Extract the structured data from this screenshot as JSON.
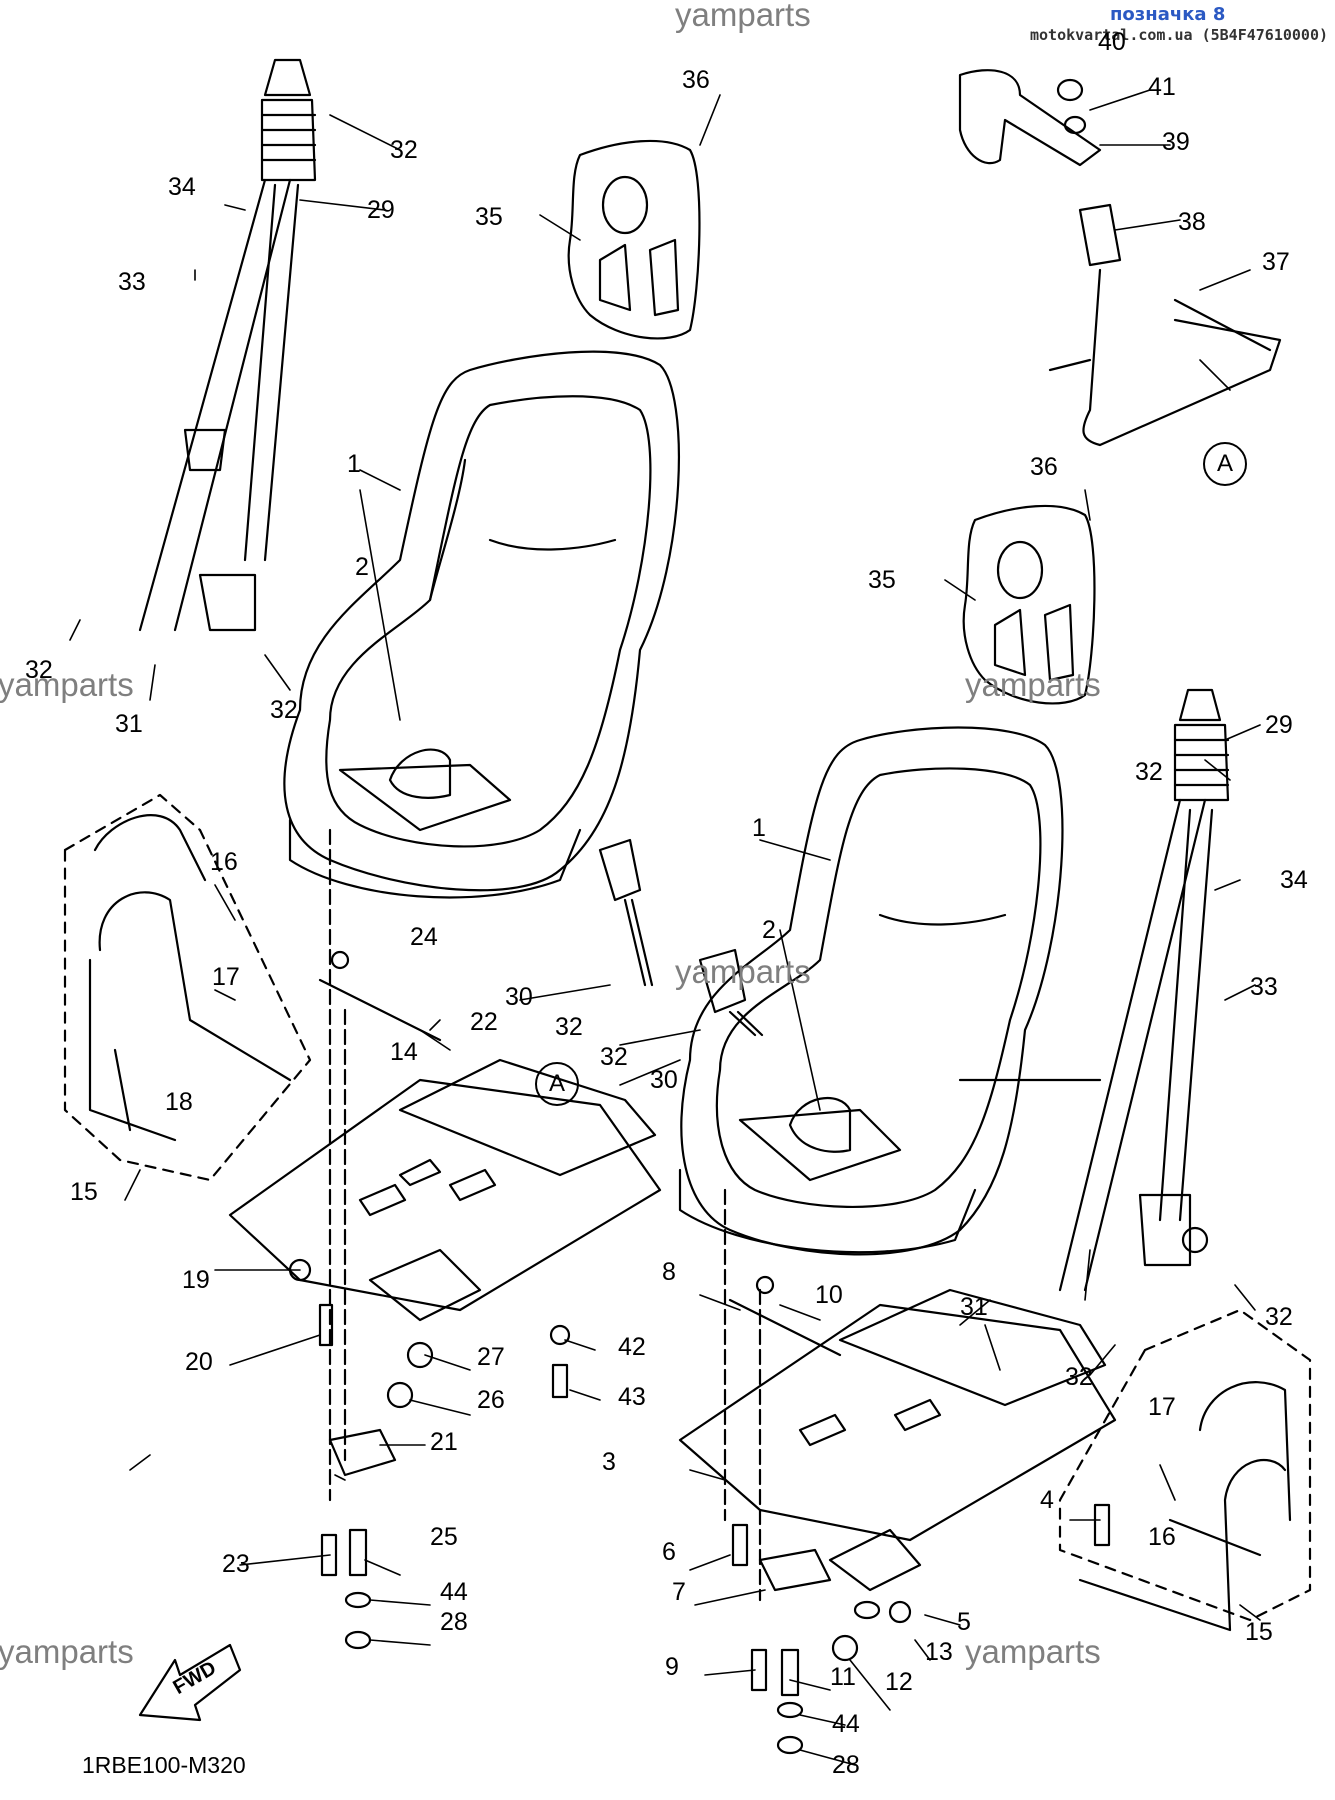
{
  "header": {
    "title": "позначка 8",
    "site": "motokvartal.com.ua (5B4F47610000)"
  },
  "watermark": "yamparts",
  "diagram_code": "1RBE100-M320",
  "fwd_label": "FWD",
  "reference_mark": "A",
  "callouts": {
    "c1a": "1",
    "c2a": "2",
    "c1b": "1",
    "c2b": "2",
    "c3": "3",
    "c4": "4",
    "c5": "5",
    "c6": "6",
    "c7": "7",
    "c8": "8",
    "c9": "9",
    "c10": "10",
    "c11": "11",
    "c12": "12",
    "c13": "13",
    "c14": "14",
    "c15a": "15",
    "c15b": "15",
    "c16a": "16",
    "c16b": "16",
    "c17a": "17",
    "c17b": "17",
    "c18": "18",
    "c19": "19",
    "c20": "20",
    "c21": "21",
    "c22": "22",
    "c23": "23",
    "c24": "24",
    "c25": "25",
    "c26": "26",
    "c27": "27",
    "c28a": "28",
    "c28b": "28",
    "c29a": "29",
    "c29b": "29",
    "c30a": "30",
    "c30b": "30",
    "c31a": "31",
    "c31b": "31",
    "c32a": "32",
    "c32b": "32",
    "c32c": "32",
    "c32d": "32",
    "c32e": "32",
    "c32f": "32",
    "c32g": "32",
    "c32h": "32",
    "c33a": "33",
    "c33b": "33",
    "c34a": "34",
    "c34b": "34",
    "c35a": "35",
    "c35b": "35",
    "c36a": "36",
    "c36b": "36",
    "c37": "37",
    "c38": "38",
    "c39": "39",
    "c40": "40",
    "c41": "41",
    "c42": "42",
    "c43": "43",
    "c44a": "44",
    "c44b": "44"
  },
  "colors": {
    "line": "#000000",
    "watermark": "#7f7f7f",
    "header": "#2b59c3"
  }
}
